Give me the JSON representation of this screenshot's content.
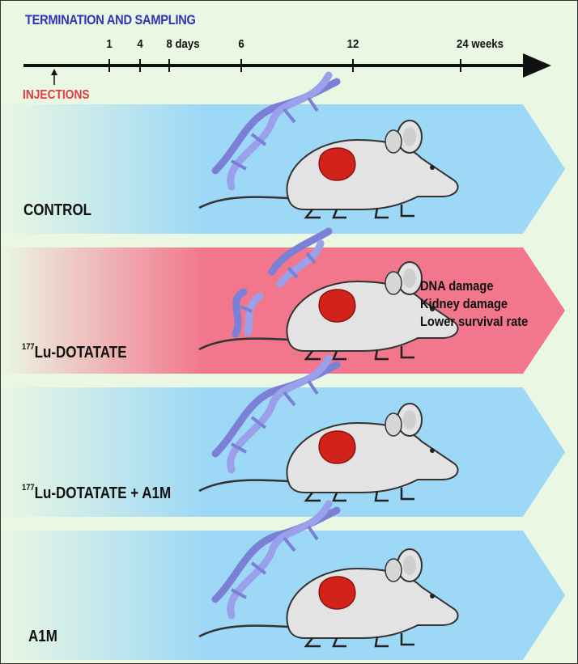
{
  "timeline": {
    "title": "TERMINATION AND SAMPLING",
    "ticks": [
      {
        "label": "1"
      },
      {
        "label": "4"
      },
      {
        "label": "8 days"
      },
      {
        "label": "6"
      },
      {
        "label": "12"
      },
      {
        "label": "24 weeks"
      }
    ],
    "injections_label": "INJECTIONS"
  },
  "groups": [
    {
      "pre": "",
      "label": "CONTROL",
      "color": "#9dd8f6"
    },
    {
      "pre": "177",
      "label": "Lu-DOTATATE",
      "color": "#f2768c"
    },
    {
      "pre": "177",
      "label": "Lu-DOTATATE + A1M",
      "color": "#9dd8f6"
    },
    {
      "pre": "",
      "label": "A1M",
      "color": "#9dd8f6"
    }
  ],
  "effects": {
    "line1": "DNA damage",
    "line2": "Kidney damage",
    "line3": "Lower survival rate"
  },
  "colors": {
    "timeline_title": "#2e34b8",
    "injections": "#e53a3a",
    "background": "#eaf7e3",
    "dna": "#7b80d6",
    "kidney": "#d2231a",
    "mouse": "#e3e3e3"
  }
}
